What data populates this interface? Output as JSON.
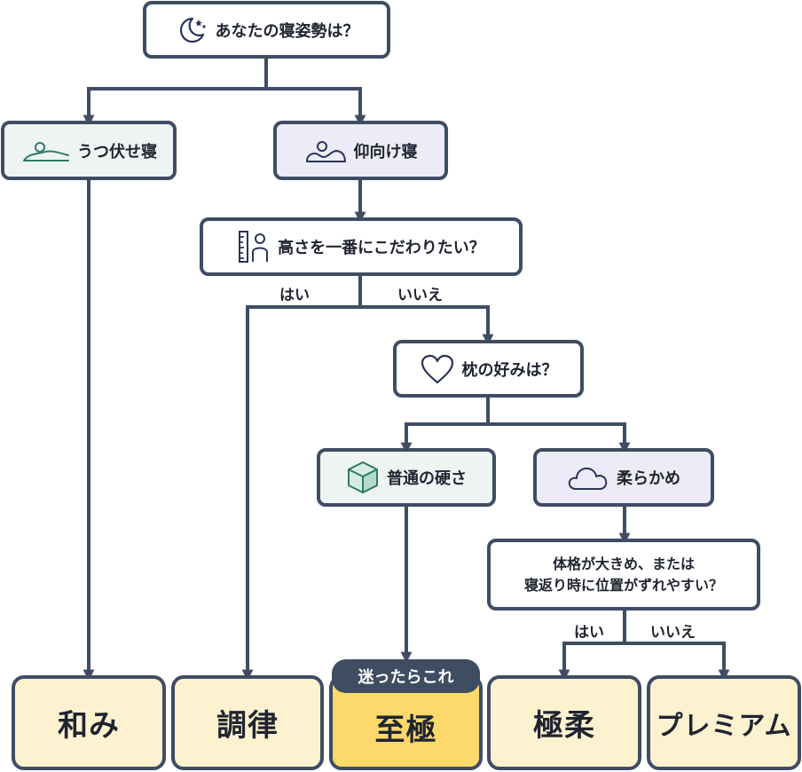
{
  "nodes": {
    "root": {
      "label": "あなたの寝姿勢は？",
      "icon": "moon-stars-icon"
    },
    "prone": {
      "label": "うつ伏せ寝",
      "icon": "prone-sleeper-icon"
    },
    "supine": {
      "label": "仰向け寝",
      "icon": "supine-sleeper-icon"
    },
    "height": {
      "label": "高さを一番にこだわりたい？",
      "icon": "ruler-person-icon"
    },
    "pillow": {
      "label": "枕の好みは？",
      "icon": "heart-icon"
    },
    "normal": {
      "label": "普通の硬さ",
      "icon": "cube-icon"
    },
    "soft": {
      "label": "柔らかめ",
      "icon": "cloud-icon"
    },
    "body": {
      "line1": "体格が大きめ、または",
      "line2": "寝返り時に位置がずれやすい？"
    }
  },
  "edge_labels": {
    "height_yes": "はい",
    "height_no": "いいえ",
    "body_yes": "はい",
    "body_no": "いいえ"
  },
  "results": {
    "wami": "和み",
    "choritsu": "調律",
    "shikyoku": "至極",
    "kyokuju": "極柔",
    "premium": "プレミアム"
  },
  "badge": "迷ったらこれ",
  "colors": {
    "line": "#3f4d63",
    "green_fill": "#eef4f2",
    "purple_fill": "#ecebf7",
    "leaf_fill": "#fdf2d0",
    "recommended_fill": "#fcd96a"
  }
}
